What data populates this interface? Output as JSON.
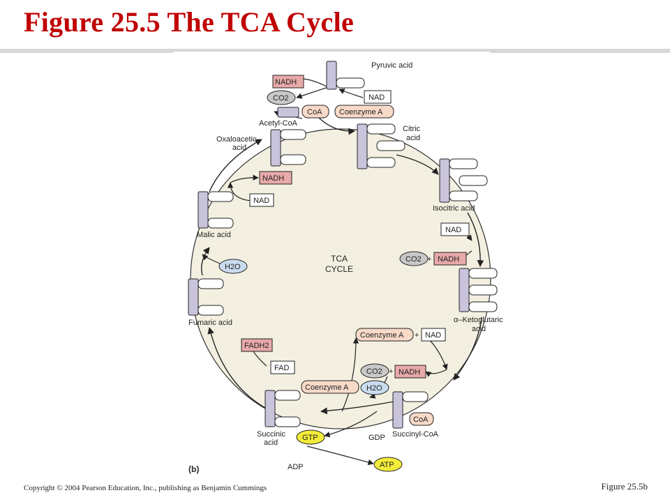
{
  "slide": {
    "title": "Figure 25.5  The TCA Cycle",
    "copyright": "Copyright © 2004 Pearson Education, Inc., publishing as Benjamin Cummings",
    "figure_ref": "Figure 25.5b",
    "panel_label": "(b)"
  },
  "center": {
    "line1": "TCA",
    "line2": "CYCLE"
  },
  "molecules": {
    "pyruvic": "Pyruvic acid",
    "acetyl": "Acetyl-CoA",
    "citric1": "Citric",
    "citric2": "acid",
    "isocitric": "Isocitric acid",
    "ketoglutaric1": "α–Ketoglutaric",
    "ketoglutaric2": "acid",
    "succinylcoa": "Succinyl-CoA",
    "succinic1": "Succinic",
    "succinic2": "acid",
    "fumaric": "Fumaric acid",
    "malic": "Malic acid",
    "oxaloacetic1": "Oxaloacetic",
    "oxaloacetic2": "acid"
  },
  "cofactors": {
    "nadh": "NADH",
    "nad": "NAD",
    "co2": "CO2",
    "coa": "CoA",
    "coenzyme_a": "Coenzyme A",
    "h2o": "H2O",
    "fadh2": "FADH2",
    "fad": "FAD",
    "gtp": "GTP",
    "gdp": "GDP",
    "adp": "ADP",
    "atp": "ATP",
    "plus": "+"
  },
  "colors": {
    "title": "#c00000",
    "cycle_fill": "#f3f0e1",
    "nadh_fill": "#e8a9a9",
    "coa_fill": "#f7d9c8",
    "co2_fill": "#c8c8c8",
    "h2o_fill": "#c9dcef",
    "gtp_fill": "#f2ec3a",
    "carbon_fill": "#c9c4dc"
  }
}
